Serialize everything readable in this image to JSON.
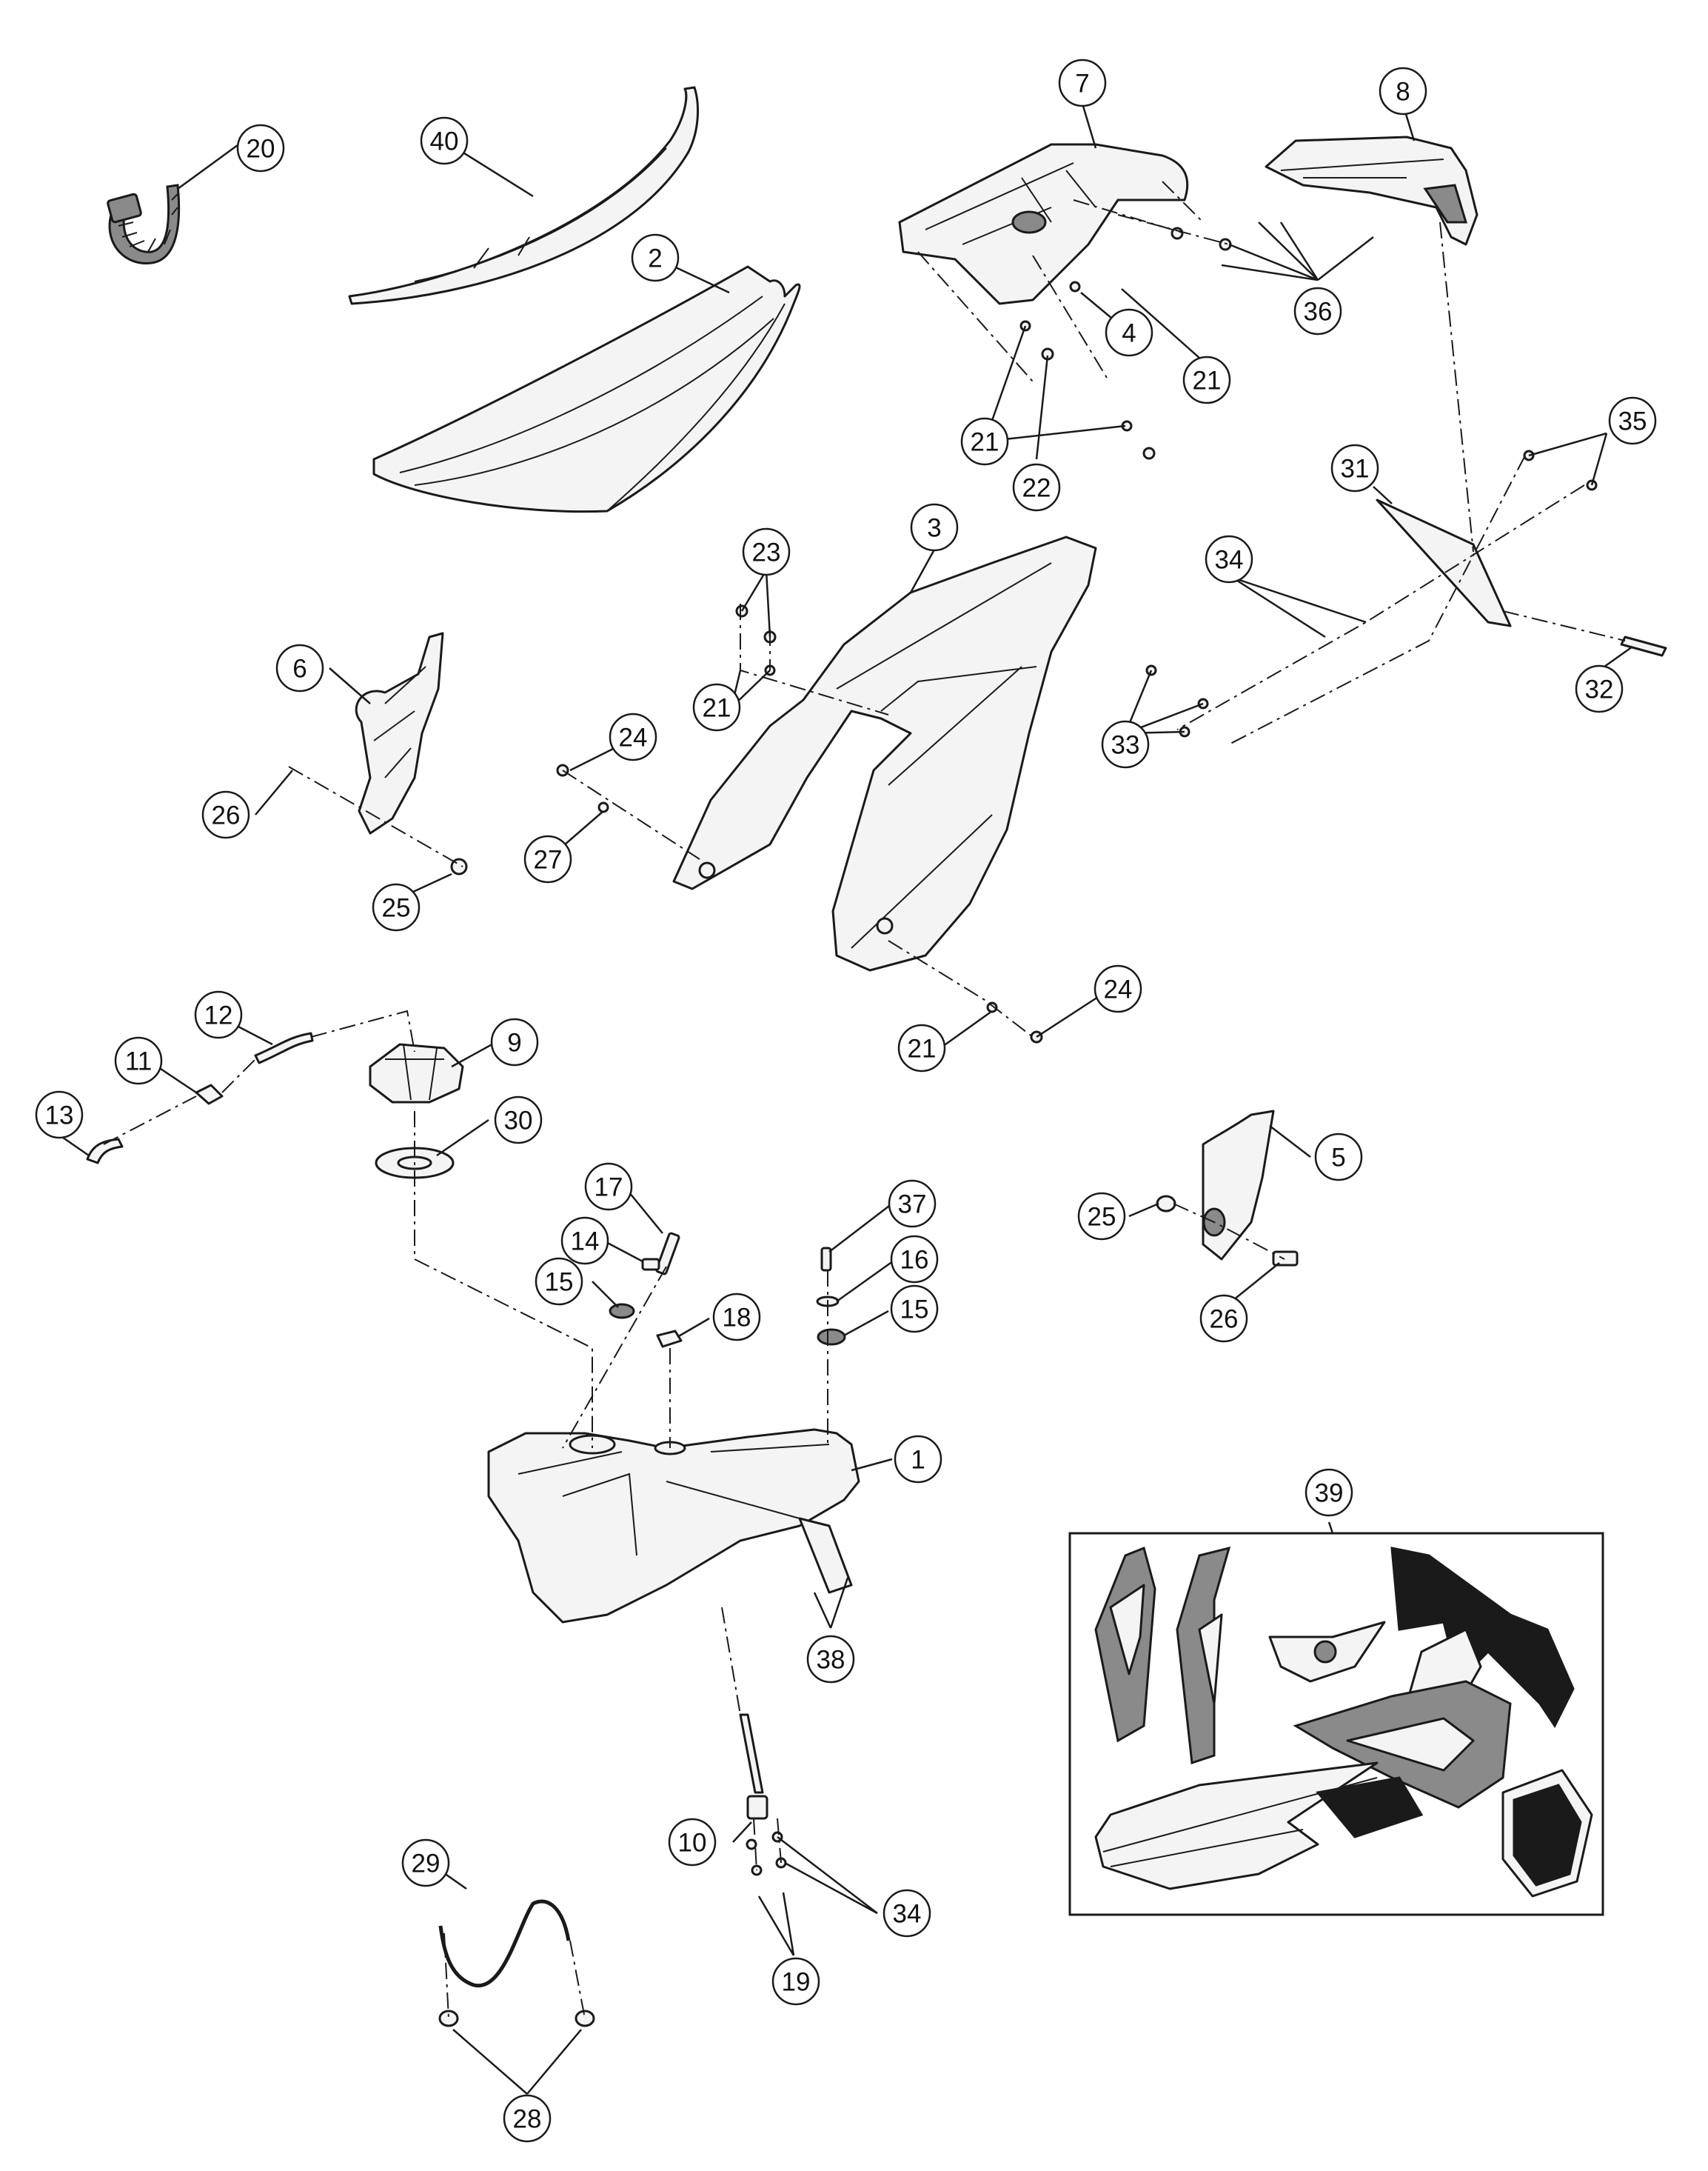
{
  "callouts": [
    {
      "id": "c-20",
      "label": "20"
    },
    {
      "id": "c-40",
      "label": "40"
    },
    {
      "id": "c-2",
      "label": "2"
    },
    {
      "id": "c-7",
      "label": "7"
    },
    {
      "id": "c-8",
      "label": "8"
    },
    {
      "id": "c-36",
      "label": "36"
    },
    {
      "id": "c-4",
      "label": "4"
    },
    {
      "id": "c-21a",
      "label": "21"
    },
    {
      "id": "c-21b",
      "label": "21"
    },
    {
      "id": "c-22",
      "label": "22"
    },
    {
      "id": "c-35",
      "label": "35"
    },
    {
      "id": "c-31",
      "label": "31"
    },
    {
      "id": "c-34a",
      "label": "34"
    },
    {
      "id": "c-32",
      "label": "32"
    },
    {
      "id": "c-33",
      "label": "33"
    },
    {
      "id": "c-3",
      "label": "3"
    },
    {
      "id": "c-23",
      "label": "23"
    },
    {
      "id": "c-21c",
      "label": "21"
    },
    {
      "id": "c-6",
      "label": "6"
    },
    {
      "id": "c-26a",
      "label": "26"
    },
    {
      "id": "c-25a",
      "label": "25"
    },
    {
      "id": "c-24a",
      "label": "24"
    },
    {
      "id": "c-27",
      "label": "27"
    },
    {
      "id": "c-24b",
      "label": "24"
    },
    {
      "id": "c-21d",
      "label": "21"
    },
    {
      "id": "c-12",
      "label": "12"
    },
    {
      "id": "c-11",
      "label": "11"
    },
    {
      "id": "c-13",
      "label": "13"
    },
    {
      "id": "c-9",
      "label": "9"
    },
    {
      "id": "c-30",
      "label": "30"
    },
    {
      "id": "c-17",
      "label": "17"
    },
    {
      "id": "c-14",
      "label": "14"
    },
    {
      "id": "c-15a",
      "label": "15"
    },
    {
      "id": "c-37",
      "label": "37"
    },
    {
      "id": "c-16",
      "label": "16"
    },
    {
      "id": "c-15b",
      "label": "15"
    },
    {
      "id": "c-18",
      "label": "18"
    },
    {
      "id": "c-5",
      "label": "5"
    },
    {
      "id": "c-25b",
      "label": "25"
    },
    {
      "id": "c-26b",
      "label": "26"
    },
    {
      "id": "c-1",
      "label": "1"
    },
    {
      "id": "c-39",
      "label": "39"
    },
    {
      "id": "c-38",
      "label": "38"
    },
    {
      "id": "c-10",
      "label": "10"
    },
    {
      "id": "c-34b",
      "label": "34"
    },
    {
      "id": "c-19",
      "label": "19"
    },
    {
      "id": "c-29",
      "label": "29"
    },
    {
      "id": "c-28",
      "label": "28"
    }
  ]
}
